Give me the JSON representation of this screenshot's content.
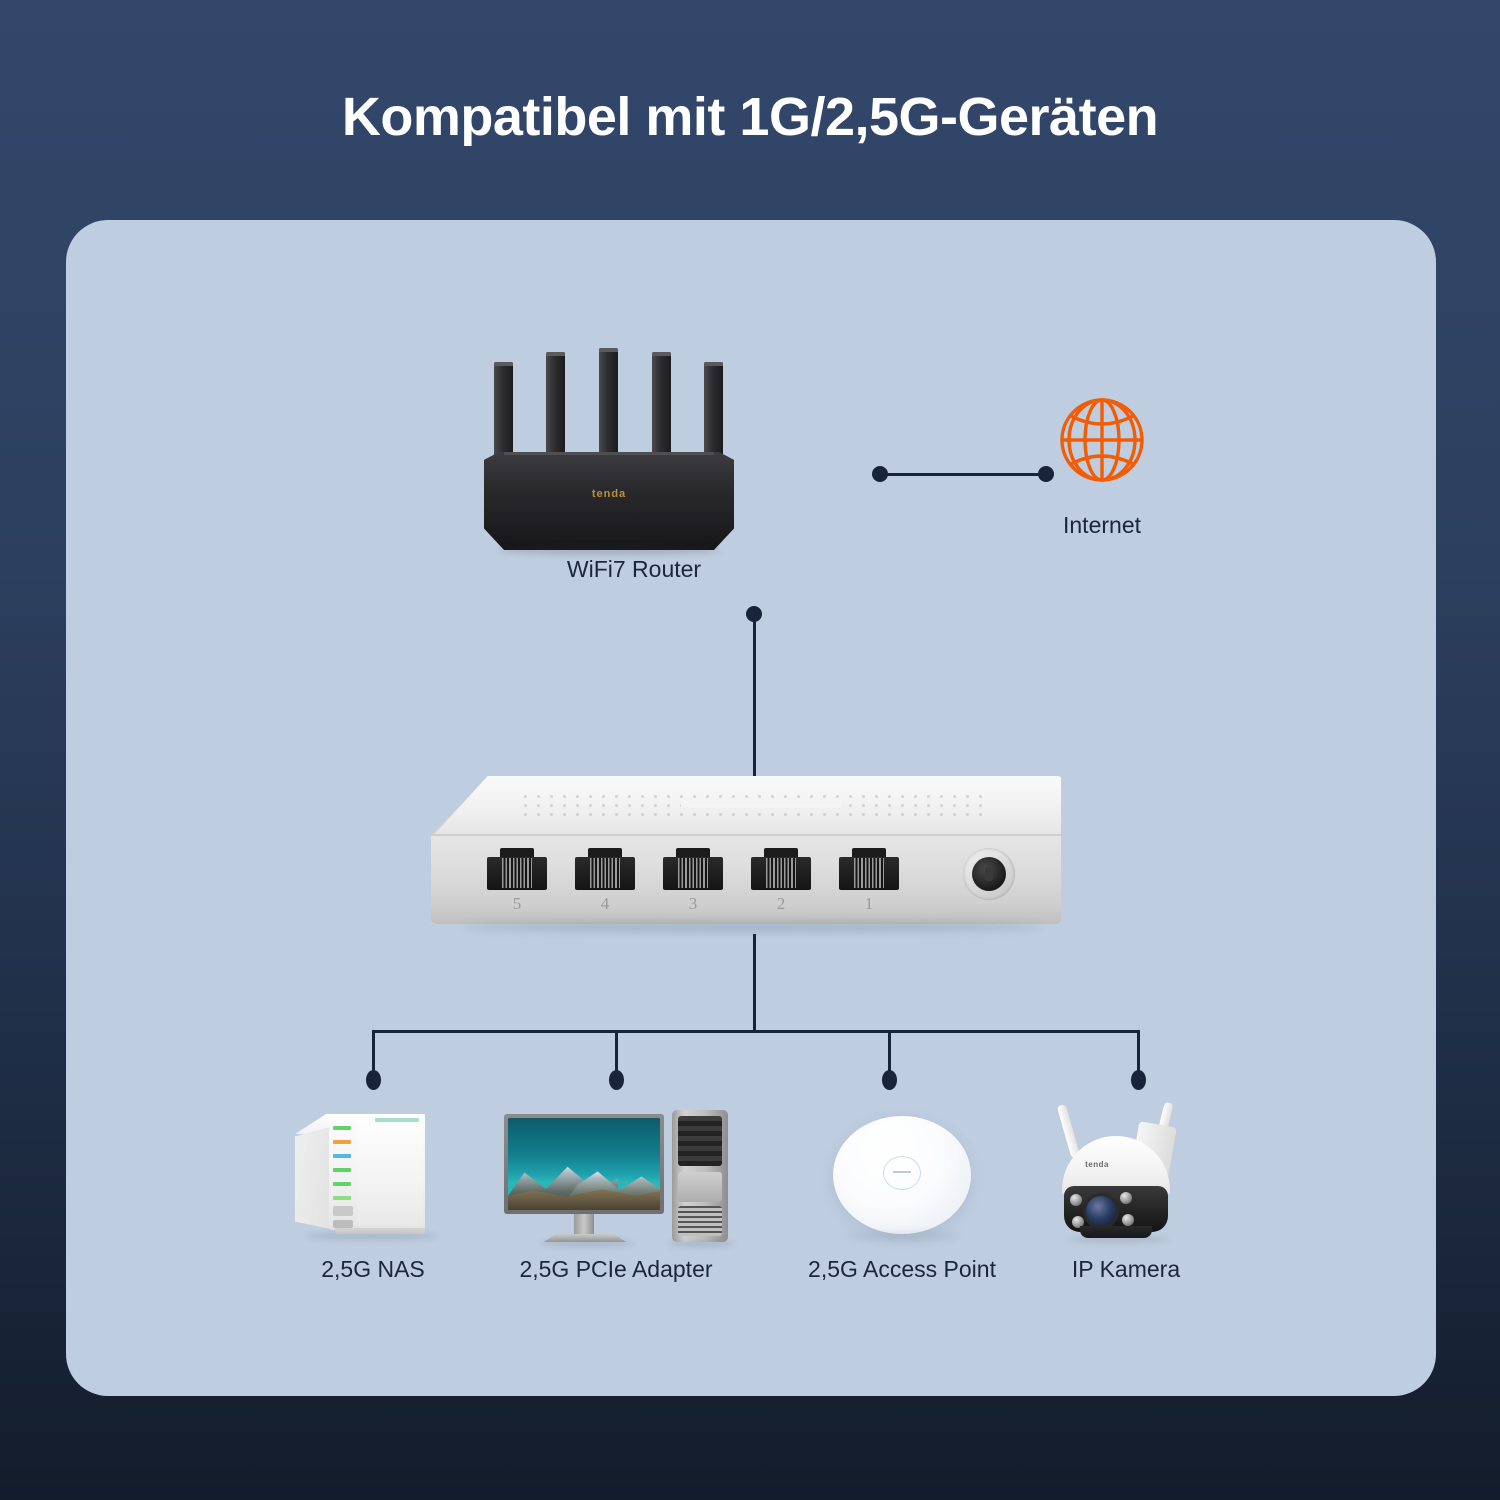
{
  "title": "Kompatibel mit 1G/2,5G-Geräten",
  "colors": {
    "background_top": "#32476A",
    "background_bottom": "#131C2B",
    "panel": "#BFCDE0",
    "line": "#18243A",
    "text_dark": "#1B2739",
    "title_text": "#FFFFFF",
    "internet_accent": "#F25C05",
    "router_logo": "#C79A3A"
  },
  "router": {
    "label": "WiFi7 Router",
    "brand": "tenda",
    "antenna_count": 5
  },
  "internet": {
    "label": "Internet",
    "icon": "globe-icon"
  },
  "switch": {
    "ports": [
      "5",
      "4",
      "3",
      "2",
      "1"
    ],
    "port_count": 5,
    "power_jack": "power-jack"
  },
  "devices": [
    {
      "label": "2,5G NAS",
      "icon": "nas-icon"
    },
    {
      "label": "2,5G PCIe Adapter",
      "icon": "desktop-pc-icon"
    },
    {
      "label": "2,5G Access Point",
      "icon": "access-point-icon"
    },
    {
      "label": "IP Kamera",
      "icon": "ip-camera-icon"
    }
  ],
  "camera": {
    "brand": "tenda"
  }
}
